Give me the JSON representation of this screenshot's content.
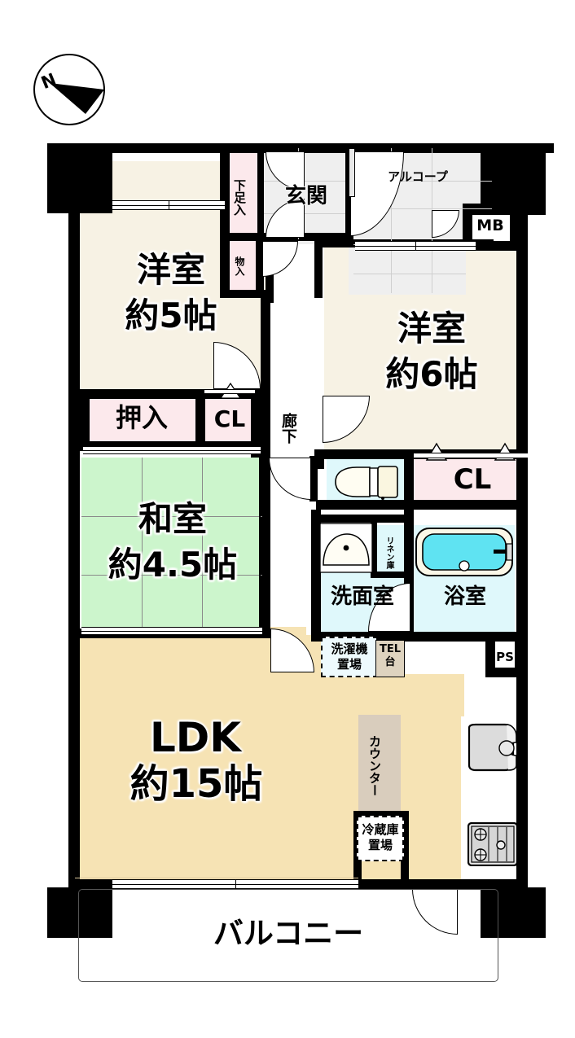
{
  "plan": {
    "type": "japanese-apartment-floor-plan",
    "compass": {
      "label": "N",
      "name": "north-arrow"
    },
    "rooms": [
      {
        "key": "washitsu_west",
        "name": "洋室",
        "size": "約5帖",
        "type": "western-room"
      },
      {
        "key": "washitsu_east",
        "name": "洋室",
        "size": "約6帖",
        "type": "western-room"
      },
      {
        "key": "japanese_room",
        "name": "和室",
        "size": "約4.5帖",
        "type": "tatami-room"
      },
      {
        "key": "ldk",
        "name": "LDK",
        "size": "約15帖",
        "type": "living-dining-kitchen"
      }
    ],
    "labels": {
      "genkan": "玄関",
      "getsubako": "下足入",
      "monoire": "物入",
      "alcove": "アルコープ",
      "mb": "MB",
      "ps": "PS",
      "oshiire": "押入",
      "cl_west": "CL",
      "cl_east": "CL",
      "rouka": "廊下",
      "senmenshitsu": "洗面室",
      "yokushitsu": "浴室",
      "linen": "リネン庫",
      "sentakuki": "洗濯機\n置場",
      "tel": "TEL\n台",
      "counter": "カウンター",
      "reizouko": "冷蔵庫\n置場",
      "balcony": "バルコニー"
    },
    "colors": {
      "wall": "#000000",
      "western_room_floor": "#f7f2e4",
      "ldk_floor": "#f6e3b4",
      "tatami": "#ccf5cc",
      "closet": "#fce9ec",
      "water_area": "#dff8fb",
      "bathtub": "#5fe3f2",
      "genkan_tile": "#efefef",
      "counter": "#d9cdbd",
      "background": "#ffffff"
    }
  }
}
